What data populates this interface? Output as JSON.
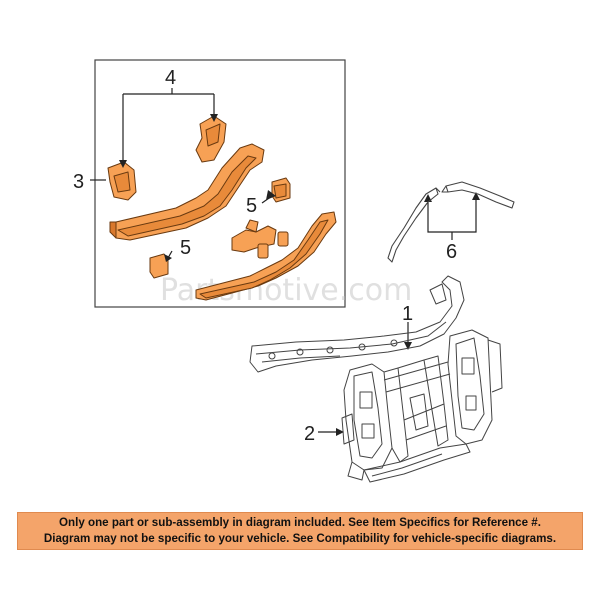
{
  "watermark": "Partsmotive.com",
  "callouts": {
    "c1": "1",
    "c2": "2",
    "c3": "3",
    "c4": "4",
    "c5a": "5",
    "c5b": "5",
    "c6": "6"
  },
  "notice": {
    "line1": "Only one part or sub-assembly in diagram included. See Item Specifics for Reference #.",
    "line2": "Diagram may not be specific to your vehicle. See Compatibility for vehicle-specific diagrams."
  },
  "colors": {
    "part_fill": "#f7a155",
    "part_stroke": "#6a3a10",
    "line_art": "#444444",
    "notice_bg": "#f4a46a"
  }
}
